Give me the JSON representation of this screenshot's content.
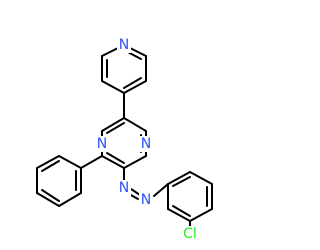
{
  "molecule": {
    "colors": {
      "bond": "#000000",
      "nitrogen": "#3050F8",
      "chlorine": "#1FF01F",
      "background": "#ffffff"
    },
    "atom_labels": {
      "n_pyridine": "N",
      "n_pyrimidine_left": "N",
      "n_pyrimidine_right": "N",
      "n_azo_1": "N",
      "n_azo_2": "N",
      "cl": "Cl"
    }
  }
}
